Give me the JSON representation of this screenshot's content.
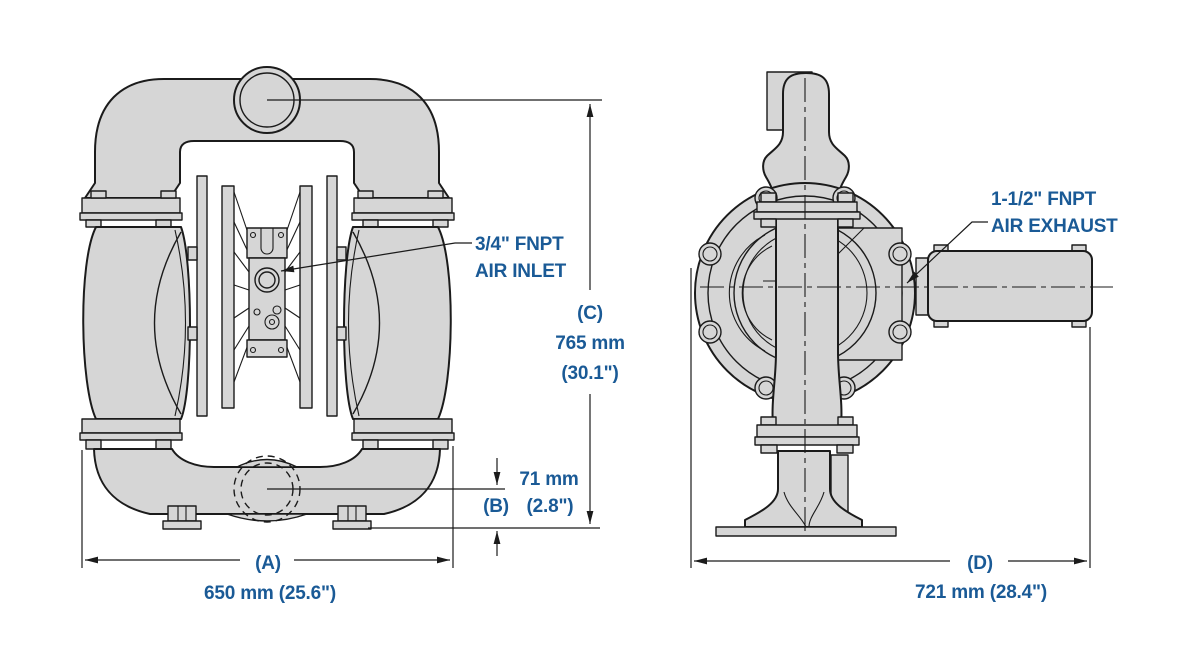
{
  "colors": {
    "accent": "#1a5a96",
    "line": "#1b1b1b",
    "fill": "#d6d6d6",
    "background": "#ffffff"
  },
  "annotations": {
    "air_inlet": {
      "line1": "3/4\" FNPT",
      "line2": "AIR INLET"
    },
    "air_exhaust": {
      "line1": "1-1/2\" FNPT",
      "line2": "AIR EXHAUST"
    }
  },
  "dimensions": {
    "a": {
      "label": "(A)",
      "value": "650 mm (25.6\")"
    },
    "b": {
      "label": "(B)",
      "value_mm": "71 mm",
      "value_in": "(2.8\")"
    },
    "c": {
      "label": "(C)",
      "value_mm": "765 mm",
      "value_in": "(30.1\")"
    },
    "d": {
      "label": "(D)",
      "value": "721 mm (28.4\")"
    }
  }
}
